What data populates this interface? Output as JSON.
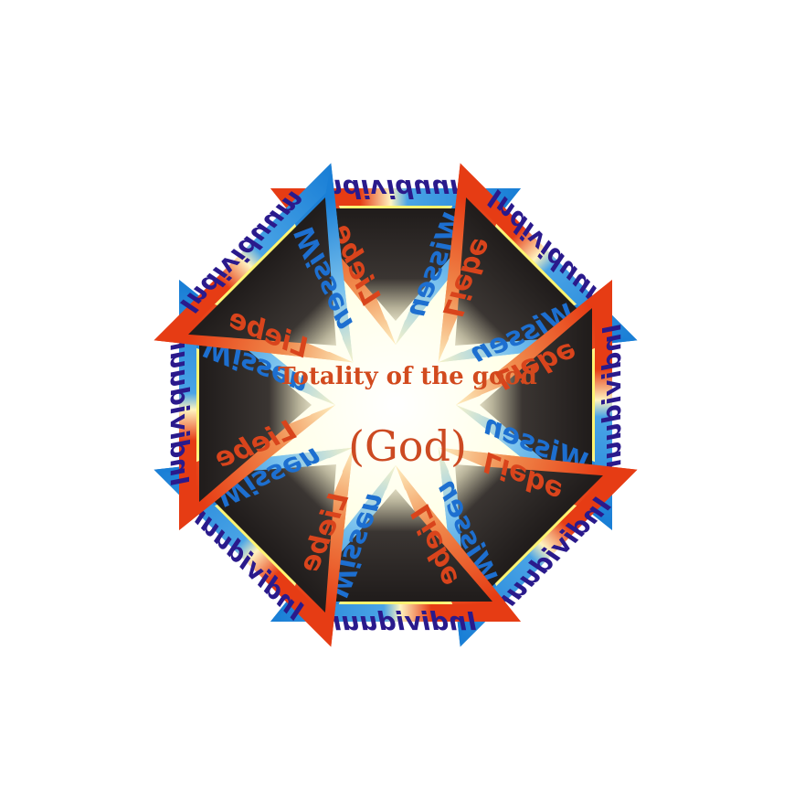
{
  "center": {
    "title": "Totality of the good",
    "subtitle": "(God)"
  },
  "labels": {
    "love": "Liebe",
    "knowledge": "Wissen",
    "individual": "Individuum"
  },
  "colors": {
    "love": "#e8431a",
    "knowledge": "#1b86d8",
    "individual": "#2a1a8c",
    "glow": "#fff27a",
    "core": "#231f1e"
  },
  "triangle_count": 8
}
